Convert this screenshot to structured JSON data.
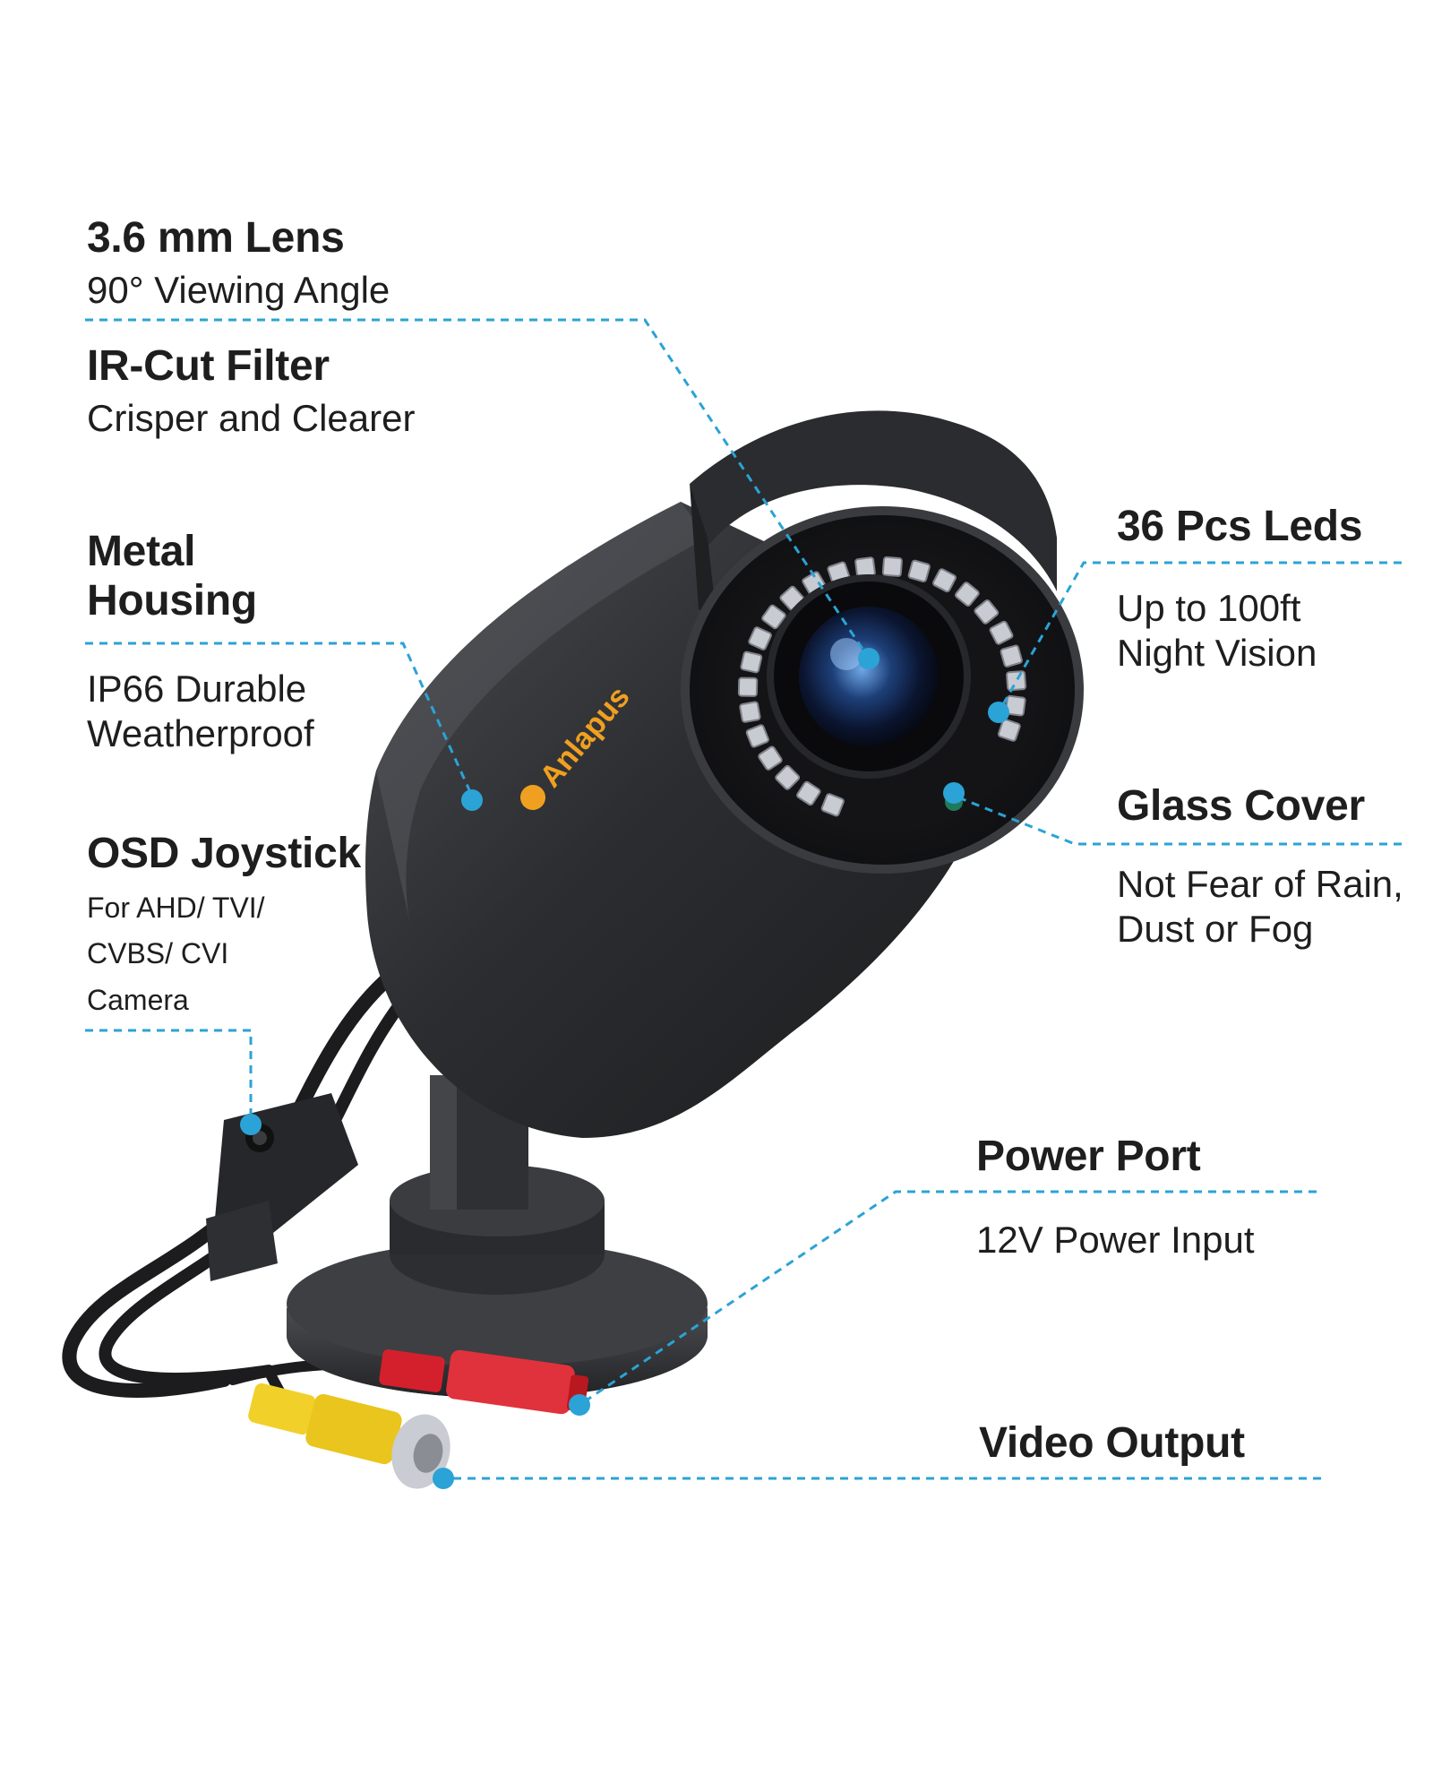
{
  "brand": {
    "name": "Anlapus",
    "color": "#f0a020"
  },
  "colors": {
    "callout": "#2ba3d6",
    "body": "#2a2b2e"
  },
  "features": {
    "lens": {
      "title": "3.6 mm Lens",
      "desc": "90° Viewing Angle"
    },
    "ircut": {
      "title": "IR-Cut Filter",
      "desc": "Crisper and Clearer"
    },
    "housing": {
      "title_1": "Metal",
      "title_2": "Housing",
      "desc_1": "IP66 Durable",
      "desc_2": "Weatherproof"
    },
    "joystick": {
      "title": "OSD Joystick",
      "desc_1": "For AHD/ TVI/",
      "desc_2": "CVBS/ CVI",
      "desc_3": "Camera"
    },
    "leds": {
      "title": "36 Pcs Leds",
      "desc_1": "Up to 100ft",
      "desc_2": "Night Vision"
    },
    "glass": {
      "title": "Glass Cover",
      "desc_1": "Not Fear of Rain,",
      "desc_2": "Dust or Fog"
    },
    "power": {
      "title": "Power Port",
      "desc": "12V Power Input"
    },
    "video": {
      "title": "Video Output"
    }
  }
}
